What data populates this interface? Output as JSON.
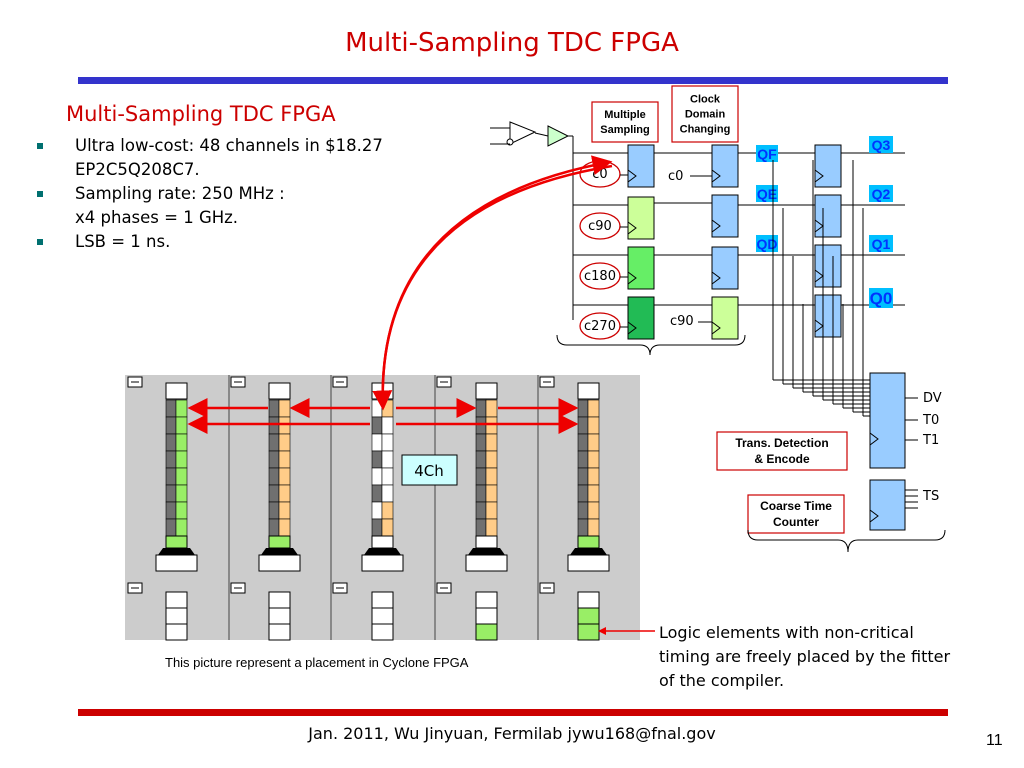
{
  "slide": {
    "title": "Multi-Sampling TDC FPGA",
    "subtitle": "Multi-Sampling TDC FPGA",
    "bullets": [
      {
        "text": "Ultra low-cost: 48 channels in $18.27",
        "bullet": true
      },
      {
        "text": "EP2C5Q208C7.",
        "bullet": false
      },
      {
        "text": "Sampling rate: 250 MHz :",
        "bullet": true
      },
      {
        "text": "x4 phases = 1 GHz.",
        "bullet": false
      },
      {
        "text": "LSB = 1 ns.",
        "bullet": true
      }
    ],
    "footer": "Jan. 2011, Wu Jinyuan, Fermilab jywu168@fnal.gov",
    "page_number": "11"
  },
  "schematic": {
    "multiple_sampling_box": [
      "Multiple",
      "Sampling"
    ],
    "clock_domain_box": [
      "Clock",
      "Domain",
      "Changing"
    ],
    "phase_labels": [
      "c0",
      "c90",
      "c180",
      "c270"
    ],
    "clock_labels": [
      "c0",
      "c90"
    ],
    "mid_labels": [
      "QF",
      "QE",
      "QD"
    ],
    "right_labels": [
      "Q3",
      "Q2",
      "Q1",
      "Q0"
    ],
    "output_labels": [
      "DV",
      "T0",
      "T1",
      "TS"
    ],
    "trans_detection_box": [
      "Trans. Detection",
      "& Encode"
    ],
    "coarse_counter_box": [
      "Coarse Time",
      "Counter"
    ]
  },
  "placement": {
    "channel_label": "4Ch",
    "caption": "This picture represent a placement in Cyclone FPGA",
    "note": "Logic elements with non-critical timing are freely placed by the fitter of the compiler."
  },
  "colors": {
    "title_red": "#cc0000",
    "top_rule": "#3333cc",
    "bottom_rule": "#cc0000",
    "register_blue": "#99ccff",
    "register_lightgreen": "#ccff99",
    "register_green": "#66ee66",
    "register_darkgreen": "#22bb55",
    "cell_green": "#99ee66",
    "cell_orange": "#ffcc88",
    "cell_gray": "#707070",
    "die_gray": "#cccccc",
    "label_cyan": "#00bfff",
    "label_blue": "#0033ff",
    "arrow_red": "#ee0000"
  }
}
